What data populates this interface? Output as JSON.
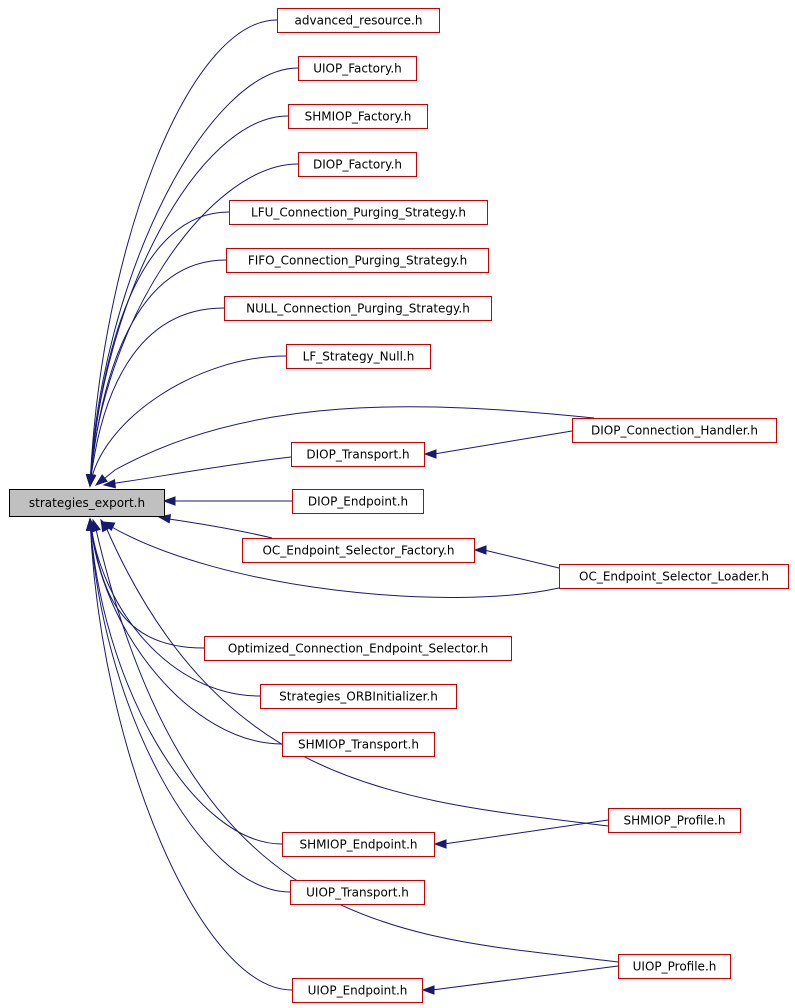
{
  "root": {
    "id": "root",
    "label": "strategies_export.h"
  },
  "nodes": [
    {
      "id": "n1",
      "label": "advanced_resource.h"
    },
    {
      "id": "n2",
      "label": "UIOP_Factory.h"
    },
    {
      "id": "n3",
      "label": "SHMIOP_Factory.h"
    },
    {
      "id": "n4",
      "label": "DIOP_Factory.h"
    },
    {
      "id": "n5",
      "label": "LFU_Connection_Purging_Strategy.h"
    },
    {
      "id": "n6",
      "label": "FIFO_Connection_Purging_Strategy.h"
    },
    {
      "id": "n7",
      "label": "NULL_Connection_Purging_Strategy.h"
    },
    {
      "id": "n8",
      "label": "LF_Strategy_Null.h"
    },
    {
      "id": "n9",
      "label": "DIOP_Connection_Handler.h"
    },
    {
      "id": "n10",
      "label": "DIOP_Transport.h"
    },
    {
      "id": "n11",
      "label": "DIOP_Endpoint.h"
    },
    {
      "id": "n12",
      "label": "OC_Endpoint_Selector_Factory.h"
    },
    {
      "id": "n13",
      "label": "OC_Endpoint_Selector_Loader.h"
    },
    {
      "id": "n14",
      "label": "Optimized_Connection_Endpoint_Selector.h"
    },
    {
      "id": "n15",
      "label": "Strategies_ORBInitializer.h"
    },
    {
      "id": "n16",
      "label": "SHMIOP_Transport.h"
    },
    {
      "id": "n17",
      "label": "SHMIOP_Profile.h"
    },
    {
      "id": "n18",
      "label": "SHMIOP_Endpoint.h"
    },
    {
      "id": "n19",
      "label": "UIOP_Transport.h"
    },
    {
      "id": "n20",
      "label": "UIOP_Profile.h"
    },
    {
      "id": "n21",
      "label": "UIOP_Endpoint.h"
    }
  ],
  "edges": [
    {
      "from": "n1",
      "to": "root"
    },
    {
      "from": "n2",
      "to": "root"
    },
    {
      "from": "n3",
      "to": "root"
    },
    {
      "from": "n4",
      "to": "root"
    },
    {
      "from": "n5",
      "to": "root"
    },
    {
      "from": "n6",
      "to": "root"
    },
    {
      "from": "n7",
      "to": "root"
    },
    {
      "from": "n8",
      "to": "root"
    },
    {
      "from": "n9",
      "to": "root"
    },
    {
      "from": "n9",
      "to": "n10"
    },
    {
      "from": "n10",
      "to": "root"
    },
    {
      "from": "n11",
      "to": "root"
    },
    {
      "from": "n12",
      "to": "root"
    },
    {
      "from": "n13",
      "to": "n12"
    },
    {
      "from": "n13",
      "to": "root"
    },
    {
      "from": "n14",
      "to": "root"
    },
    {
      "from": "n15",
      "to": "root"
    },
    {
      "from": "n16",
      "to": "root"
    },
    {
      "from": "n17",
      "to": "root"
    },
    {
      "from": "n17",
      "to": "n18"
    },
    {
      "from": "n18",
      "to": "root"
    },
    {
      "from": "n19",
      "to": "root"
    },
    {
      "from": "n20",
      "to": "root"
    },
    {
      "from": "n20",
      "to": "n21"
    },
    {
      "from": "n21",
      "to": "root"
    }
  ],
  "colors": {
    "node_border": "#cc0000",
    "root_fill": "#c0c0c0",
    "root_border": "#000000",
    "edge": "#191970"
  }
}
